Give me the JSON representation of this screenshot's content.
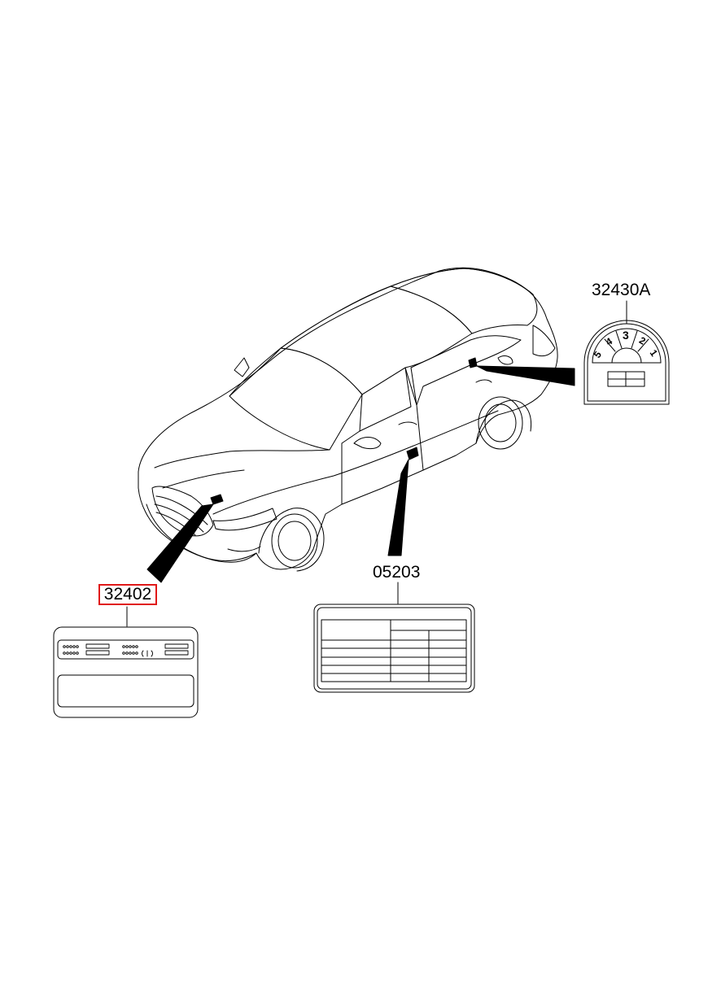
{
  "colors": {
    "line": "#000000",
    "highlight_border": "#e01818",
    "background": "#ffffff"
  },
  "callouts": [
    {
      "id": "32430A",
      "label": "32430A",
      "highlighted": false
    },
    {
      "id": "05203",
      "label": "05203",
      "highlighted": false
    },
    {
      "id": "32402",
      "label": "32402",
      "highlighted": true
    }
  ],
  "gauge_label": {
    "scale_numbers": [
      "5",
      "4",
      "3",
      "2",
      "1"
    ]
  }
}
